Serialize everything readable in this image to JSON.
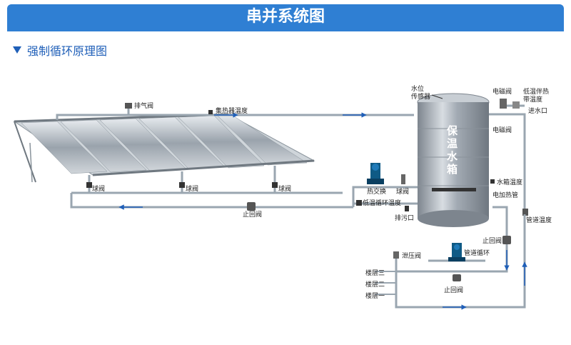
{
  "header": {
    "title": "串并系统图"
  },
  "section": {
    "title": "强制循环原理图"
  },
  "labels": {
    "vent_valve": "排气阀",
    "collector_temp": "集热器温度",
    "ball_valve": "球阀",
    "check_valve": "止回阀",
    "heat_exchange": "热交换",
    "low_temp_circ": "低温循环温度",
    "drain": "排污口",
    "level_sensor_1": "水位",
    "level_sensor_2": "传感器",
    "tank_1": "保",
    "tank_2": "温",
    "tank_3": "水",
    "tank_4": "箱",
    "solenoid_valve": "电磁阀",
    "low_temp_accomp_1": "低温伴热",
    "low_temp_accomp_2": "带温度",
    "inlet": "进水口",
    "tank_temp": "水箱温度",
    "elec_heater": "电加热管",
    "pipe_temp": "管道温度",
    "pipe_circ": "管道循环",
    "relief_valve": "泄压阀",
    "floor_3": "楼层三",
    "floor_2": "楼层二",
    "floor_1": "楼层一"
  },
  "colors": {
    "accent": "#2f7fd3",
    "pipe": "#9aa6b0",
    "arrow": "#1f5fb8",
    "tank": "#b5bcc4",
    "pump": "#0f5a85"
  },
  "icons": [
    "triangle-bullet-icon",
    "solar-collector-icon",
    "storage-tank-icon",
    "pump-icon",
    "valve-icon"
  ]
}
